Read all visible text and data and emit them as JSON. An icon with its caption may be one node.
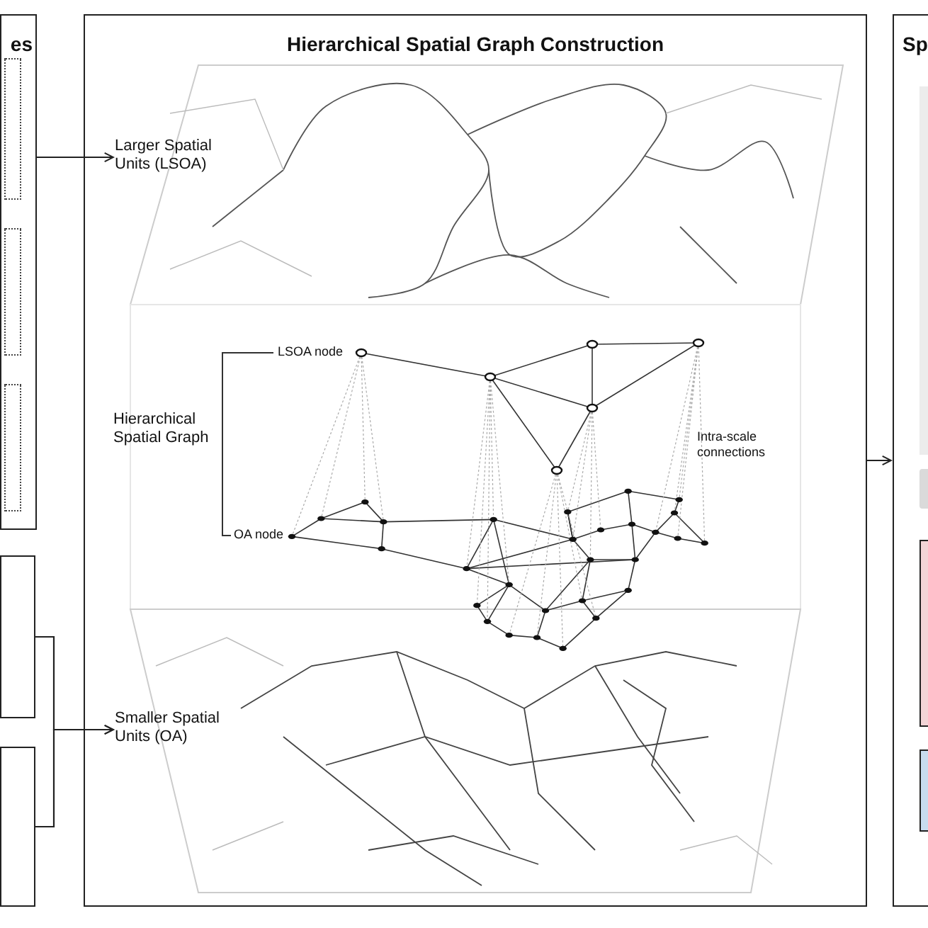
{
  "diagram": {
    "nodes": [
      {
        "text": [
          "es"
        ]
      },
      {
        "text": [],
        "shape": "box",
        "in": 0
      },
      {
        "text": [],
        "shape": "box",
        "in": 0
      },
      {
        "text": [],
        "shape": "box",
        "in": 0
      },
      {
        "text": [],
        "shape": "box"
      },
      {
        "text": [],
        "shape": "box"
      },
      {
        "text": [
          "Hierarchical Spatial Graph Construction"
        ]
      },
      {
        "text": [
          "Larger Spatial Units (LSOA)"
        ],
        "in": 6
      },
      {
        "text": [
          "Smaller Spatial Units (OA)"
        ],
        "in": 6
      },
      {
        "text": [
          "Sp"
        ]
      },
      {
        "text": [],
        "shape": "box",
        "in": 9
      },
      {
        "text": [],
        "shape": "bar",
        "in": 9
      },
      {
        "text": [],
        "shape": "box",
        "in": 9
      },
      {
        "text": [],
        "shape": "box",
        "in": 9
      }
    ],
    "edges": [
      {
        "from": 0,
        "to": 7,
        "arrow": "to"
      },
      {
        "from": 4,
        "to": 8,
        "arrow": "to"
      },
      {
        "from": 5,
        "to": 8,
        "arrow": "to"
      },
      {
        "from": 6,
        "to": 9,
        "arrow": "to"
      }
    ],
    "labels": [
      "LSOA node",
      "Hierarchical Spatial Graph",
      "Intra-scale connections",
      "OA node"
    ]
  }
}
